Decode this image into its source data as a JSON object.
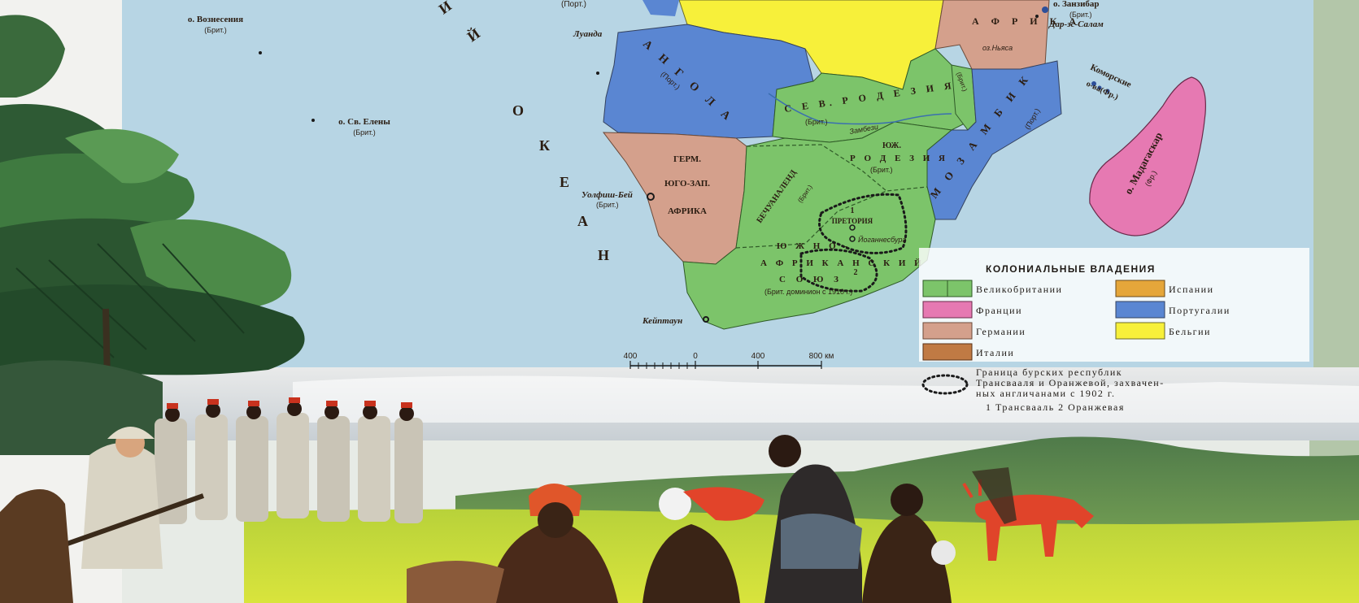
{
  "map": {
    "islands": {
      "ascension": "о. Вознесения",
      "ascension_owner": "(Брит.)",
      "st_helena": "о. Св. Елены",
      "st_helena_owner": "(Брит.)",
      "zanzibar": "о. Занзибар",
      "zanzibar_owner": "(Брит.)",
      "dar_es_salaam": "Дар-эс-Салам",
      "comoros": "Коморские",
      "comoros_2": "о-ва(Фр.)",
      "madagascar": "о. Мадагаскар",
      "madagascar_owner": "(Фр.)"
    },
    "ocean_letters": [
      "И",
      "Й",
      "О",
      "К",
      "Е",
      "А",
      "Н"
    ],
    "territories": {
      "port_top": "(Порт.)",
      "east_africa": "А Ф Р И К А",
      "luanda": "Луанда",
      "angola": "А Н Г О Л А",
      "angola_owner": "(Порт.)",
      "n_rhodesia": "С Е В.  Р О Д Е З И Я",
      "n_rhodesia_owner": "(Брит.)",
      "zambezi": "Замбези",
      "nyasa": "оз.Ньяса",
      "nyasaland_owner": "(Брит.)",
      "mozambique": "М О З А М Б И К",
      "mozambique_owner": "(Порт.)",
      "sw_africa_1": "ГЕРМ.",
      "sw_africa_2": "ЮГО-ЗАП.",
      "sw_africa_3": "АФРИКА",
      "walvis": "Уолфиш-Бей",
      "walvis_owner": "(Брит.)",
      "s_rhodesia_1": "ЮЖ.",
      "s_rhodesia_2": "Р О Д Е З И Я",
      "s_rhodesia_owner": "(Брит.)",
      "bechuanaland": "БЕЧУАНАЛЕНД",
      "bechuanaland_owner": "(Брит.)",
      "pretoria": "ПРЕТОРИЯ",
      "johannesburg": "Йоганнесбург",
      "num_1": "1",
      "num_2": "2",
      "union_1": "Ю Ж Н О -",
      "union_2": "А Ф Р И К А Н С К И Й",
      "union_3": "С О Ю З",
      "union_note": "(Брит. доминион с 1910 г.)",
      "cape_town": "Кейптаун"
    },
    "scale": {
      "ticks": [
        "400",
        "0",
        "400",
        "800 км"
      ]
    }
  },
  "legend": {
    "title": "КОЛОНИАЛЬНЫЕ  ВЛАДЕНИЯ",
    "items": [
      {
        "label": "Великобритании",
        "color": "#7cc46a"
      },
      {
        "label": "Испании",
        "color": "#e5a63a"
      },
      {
        "label": "Франции",
        "color": "#e679b2"
      },
      {
        "label": "Португалии",
        "color": "#5a86d2"
      },
      {
        "label": "Германии",
        "color": "#d4a08c"
      },
      {
        "label": "Бельгии",
        "color": "#f7f03a"
      },
      {
        "label": "Италии",
        "color": "#c07a44"
      }
    ],
    "boer_line_1": "Граница бурских республик",
    "boer_line_2": "Трансвааля и Оранжевой, захвачен-",
    "boer_line_3": "ных англичанами с 1902 г.",
    "boer_line_4": "1 Трансвааль  2 Оранжевая"
  },
  "colors": {
    "ocean": "#b7d5e4",
    "britain": "#7cc46a",
    "portugal": "#5a86d2",
    "germany": "#d4a08c",
    "belgium": "#f7f03a",
    "france": "#e679b2",
    "italy": "#c07a44",
    "spain": "#e5a63a"
  }
}
